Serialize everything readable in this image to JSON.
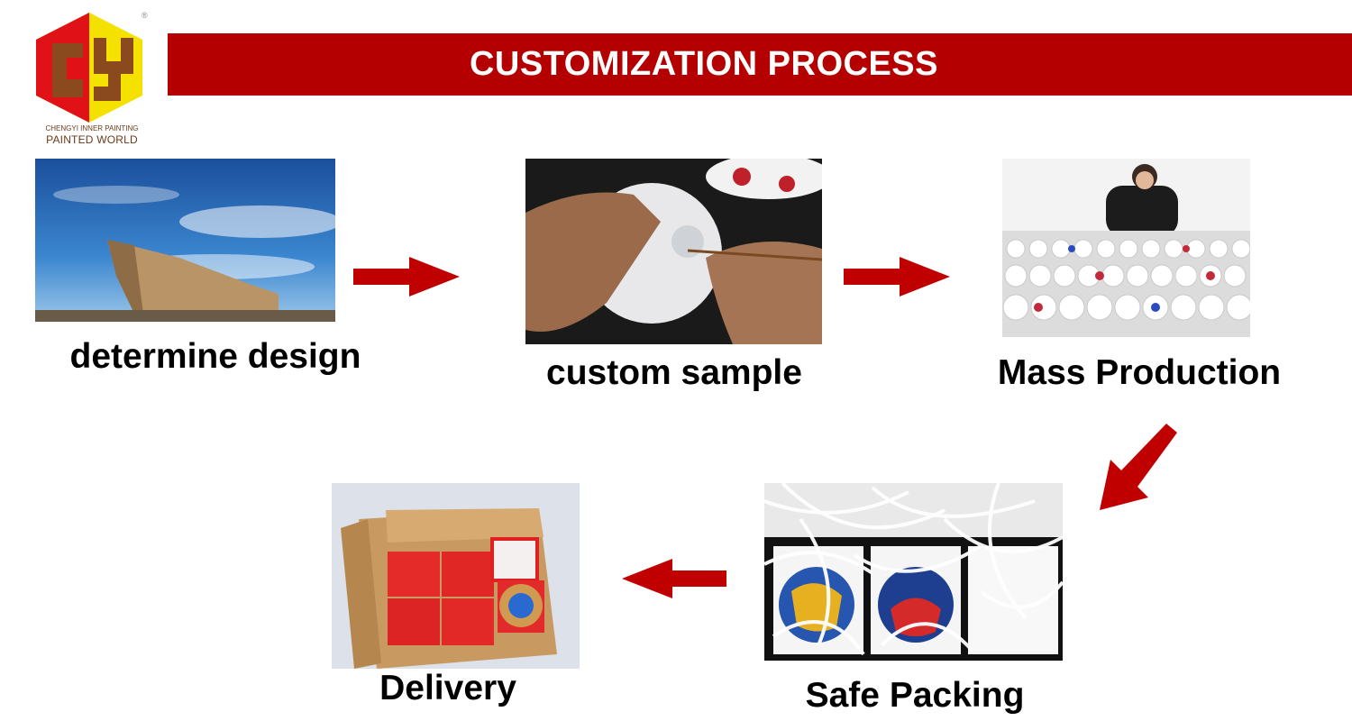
{
  "brand": {
    "registered_mark": "®",
    "line1": "CHENGYI INNER PAINTING",
    "line2": "PAINTED WORLD",
    "colors": {
      "red": "#e01218",
      "brown": "#8b4a1e",
      "yellow": "#f5e100"
    }
  },
  "banner": {
    "title": "CUSTOMIZATION PROCESS",
    "color": "#b40000"
  },
  "steps": [
    {
      "label": "determine design",
      "image": "ark-ship-photo"
    },
    {
      "label": "custom sample",
      "image": "hand-painting-glass-ball-photo"
    },
    {
      "label": "Mass Production",
      "image": "factory-worker-with-balls-photo"
    },
    {
      "label": "Safe Packing",
      "image": "ornaments-in-shredded-paper-photo"
    },
    {
      "label": "Delivery",
      "image": "carton-with-red-gift-boxes-photo"
    }
  ],
  "arrows": {
    "color": "#c00000",
    "icon": "arrow-icon"
  }
}
